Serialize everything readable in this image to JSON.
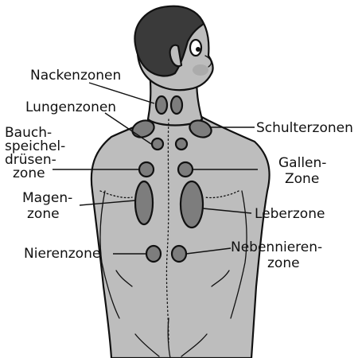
{
  "colors": {
    "skin": "#bdbdbd",
    "zone": "#7d7d7d",
    "hair": "#3a3a3a",
    "outline": "#111111"
  },
  "labels": {
    "nacken": "Nackenzonen",
    "lungen": "Lungenzonen",
    "bauch": [
      "Bauch-",
      "speichel-",
      "drüsen-",
      "zone"
    ],
    "magen": [
      "Magen-",
      "zone"
    ],
    "nieren": "Nierenzone",
    "schulter": "Schulterzonen",
    "gallen": [
      "Gallen-",
      "Zone"
    ],
    "leber": "Leberzone",
    "nebennieren": [
      "Nebennieren-",
      "zone"
    ]
  }
}
